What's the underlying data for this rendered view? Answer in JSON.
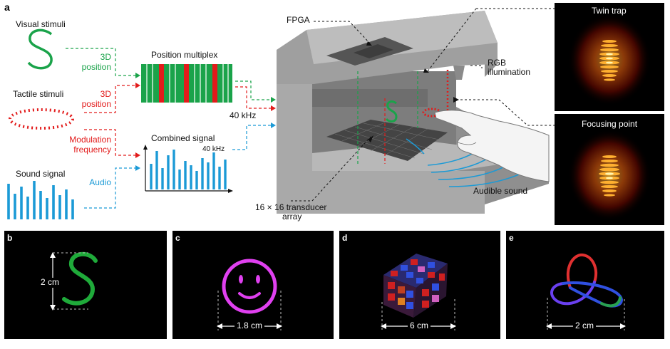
{
  "panel_a": {
    "letter": "a",
    "visual_stimuli": "Visual stimuli",
    "tactile_stimuli": "Tactile stimuli",
    "sound_signal": "Sound signal",
    "pos3d_green": [
      "3D",
      "position"
    ],
    "pos3d_red": [
      "3D",
      "position"
    ],
    "modulation": [
      "Modulation",
      "frequency"
    ],
    "audio": "Audio",
    "position_multiplex": "Position multiplex",
    "combined_signal": "Combined signal",
    "khz_small": "40 kHz",
    "khz": "40 kHz",
    "fpga": "FPGA",
    "rgb": [
      "RGB",
      "illumination"
    ],
    "transducer": [
      "16 × 16 transducer",
      "array"
    ],
    "audible": "Audible sound",
    "twin_trap": "Twin trap",
    "focusing_point": "Focusing point"
  },
  "panel_b": {
    "letter": "b",
    "scale": "2 cm"
  },
  "panel_c": {
    "letter": "c",
    "scale": "1.8 cm"
  },
  "panel_d": {
    "letter": "d",
    "scale": "6 cm"
  },
  "panel_e": {
    "letter": "e",
    "scale": "2 cm"
  },
  "colors": {
    "green": "#1aa34a",
    "red": "#e21b1b",
    "blue": "#1b9ad6",
    "magenta": "#e040f0"
  }
}
